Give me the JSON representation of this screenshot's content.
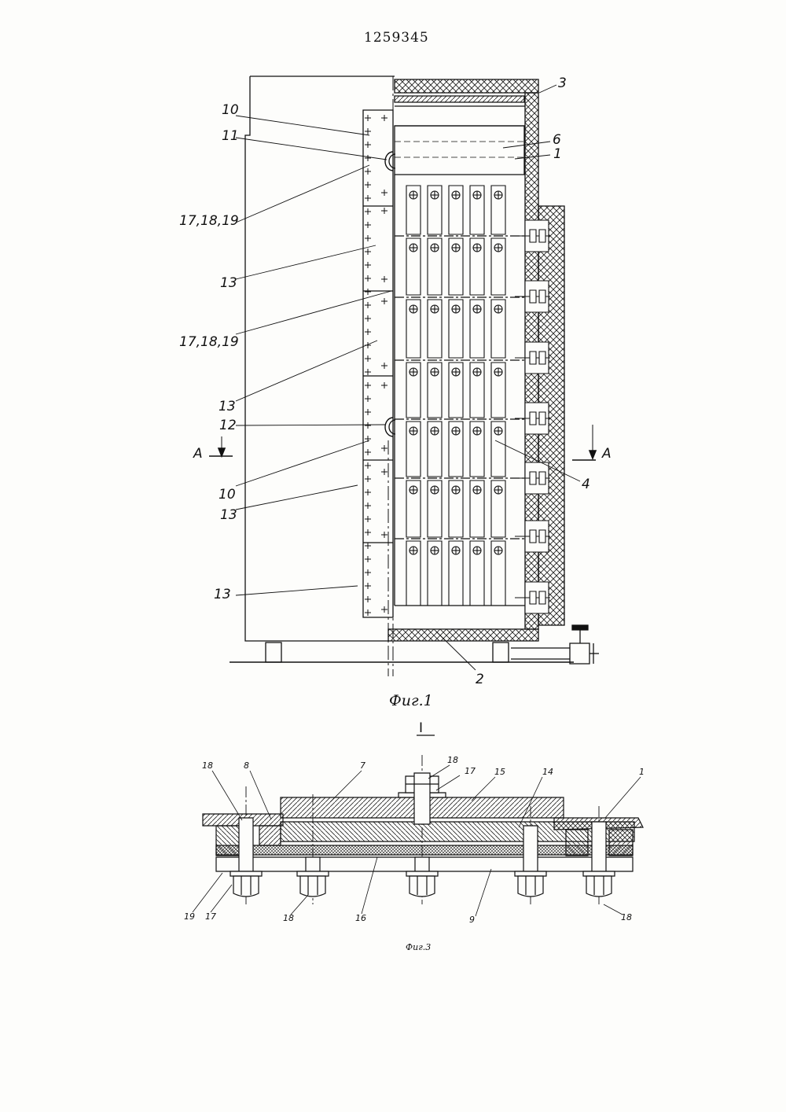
{
  "patent_number": "1259345",
  "figure1": {
    "caption": "Фиг.1",
    "section_letter_left": "A",
    "section_letter_right": "A",
    "labels": {
      "l3": "3",
      "l6": "6",
      "l1": "1",
      "l10a": "10",
      "l11": "11",
      "l171819a": "17,18,19",
      "l13a": "13",
      "l171819b": "17,18,19",
      "l13b": "13",
      "l12": "12",
      "l10b": "10",
      "l13c": "13",
      "l13d": "13",
      "l4": "4",
      "l2": "2"
    }
  },
  "figure3": {
    "detail_mark": "I",
    "caption": "Фиг.3",
    "labels": {
      "l18a": "18",
      "l8": "8",
      "l7": "7",
      "l18top": "18",
      "l17top": "17",
      "l15": "15",
      "l14": "14",
      "l1": "1",
      "l19": "19",
      "l17": "17",
      "l18b": "18",
      "l16": "16",
      "l9": "9",
      "l18c": "18"
    }
  }
}
